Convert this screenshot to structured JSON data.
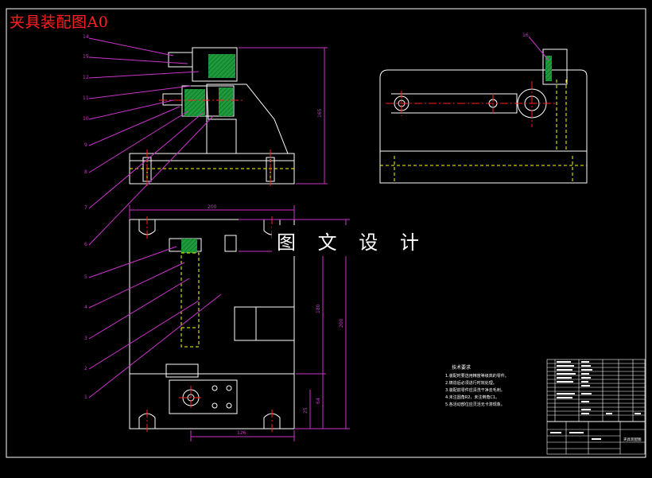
{
  "drawing": {
    "title": "夹具装配图A0",
    "watermark": "图 文 设 计"
  },
  "balloons": {
    "front_view": [
      "14",
      "15",
      "12",
      "11",
      "10",
      "9",
      "8",
      "7",
      "6"
    ],
    "plan_view": [
      "5",
      "4",
      "3",
      "2",
      "1"
    ],
    "side_view": [
      "16"
    ]
  },
  "dimensions": {
    "front_height": "165",
    "plan_top_width": "200",
    "plan_height_a": "180",
    "plan_height_b": "200",
    "plan_small_a": "25",
    "plan_small_b": "64",
    "plan_bottom_width": "126"
  },
  "technical_requirements": {
    "heading": "技术要求",
    "items": [
      "1.装配时要选用精度等级高的零件。",
      "2.铸造后必须进行时效处理。",
      "3.装配前零件应清洗干净去毛刺。",
      "4.未注圆角R2，未注倒角C1。",
      "5.各活动部位应灵活无卡滞现象。"
    ]
  },
  "title_block": {
    "name": "夹具装配图"
  },
  "colors": {
    "background": "#000000",
    "outline": "#ffffff",
    "hidden_line": "#ffff00",
    "center_line": "#ff2020",
    "leader": "#cc33cc",
    "section_fill": "#1f9a3a",
    "title_text": "#ff2020"
  }
}
